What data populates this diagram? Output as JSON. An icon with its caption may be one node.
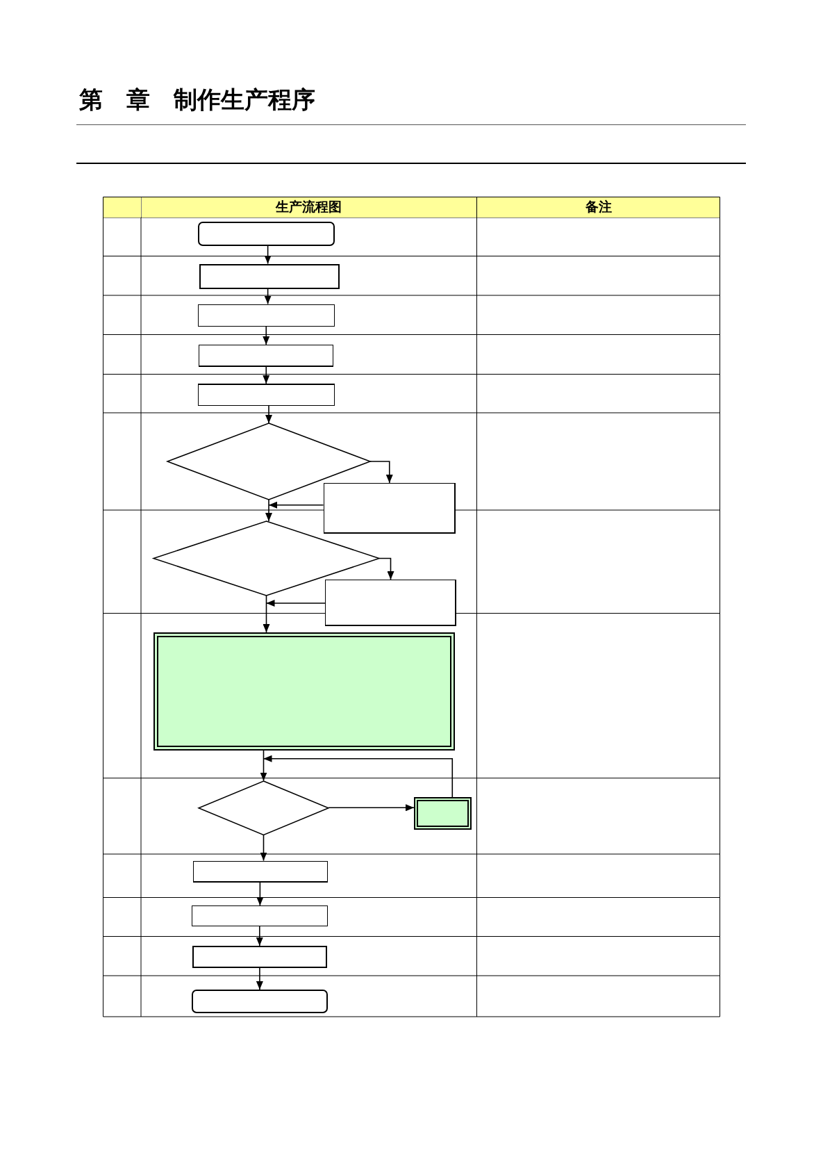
{
  "diagram": {
    "title": "第　章　制作生产程序",
    "nodes": [
      {
        "text": [],
        "shape": "box"
      },
      {
        "text": [],
        "shape": "box"
      },
      {
        "text": [],
        "shape": "box"
      },
      {
        "text": [],
        "shape": "box"
      },
      {
        "text": [],
        "shape": "box"
      },
      {
        "text": [],
        "shape": "diamond"
      },
      {
        "text": [],
        "shape": "box"
      },
      {
        "text": [],
        "shape": "diamond"
      },
      {
        "text": [],
        "shape": "box"
      },
      {
        "text": [],
        "shape": "box"
      },
      {
        "text": [],
        "shape": "diamond"
      },
      {
        "text": [],
        "shape": "box"
      },
      {
        "text": [],
        "shape": "box"
      },
      {
        "text": [],
        "shape": "box"
      },
      {
        "text": [],
        "shape": "box"
      },
      {
        "text": [],
        "shape": "box"
      }
    ],
    "edges": [
      {
        "from": 0,
        "to": 1,
        "arrow": "to"
      },
      {
        "from": 1,
        "to": 2,
        "arrow": "to"
      },
      {
        "from": 2,
        "to": 3,
        "arrow": "to"
      },
      {
        "from": 3,
        "to": 4,
        "arrow": "to"
      },
      {
        "from": 4,
        "to": 5,
        "arrow": "to"
      },
      {
        "from": 5,
        "to": 6,
        "arrow": "to"
      },
      {
        "from": 5,
        "to": 7,
        "arrow": "to"
      },
      {
        "from": 6,
        "to": 7,
        "arrow": "to"
      },
      {
        "from": 7,
        "to": 8,
        "arrow": "to"
      },
      {
        "from": 7,
        "to": 9,
        "arrow": "to"
      },
      {
        "from": 8,
        "to": 9,
        "arrow": "to"
      },
      {
        "from": 9,
        "to": 10,
        "arrow": "to"
      },
      {
        "from": 10,
        "to": 11,
        "arrow": "to"
      },
      {
        "from": 11,
        "to": 10,
        "arrow": "to"
      },
      {
        "from": 10,
        "to": 12,
        "arrow": "to"
      },
      {
        "from": 12,
        "to": 13,
        "arrow": "to"
      },
      {
        "from": 13,
        "to": 14,
        "arrow": "to"
      },
      {
        "from": 14,
        "to": 15,
        "arrow": "to"
      }
    ],
    "labels": [
      "生产流程图",
      "备注"
    ]
  }
}
